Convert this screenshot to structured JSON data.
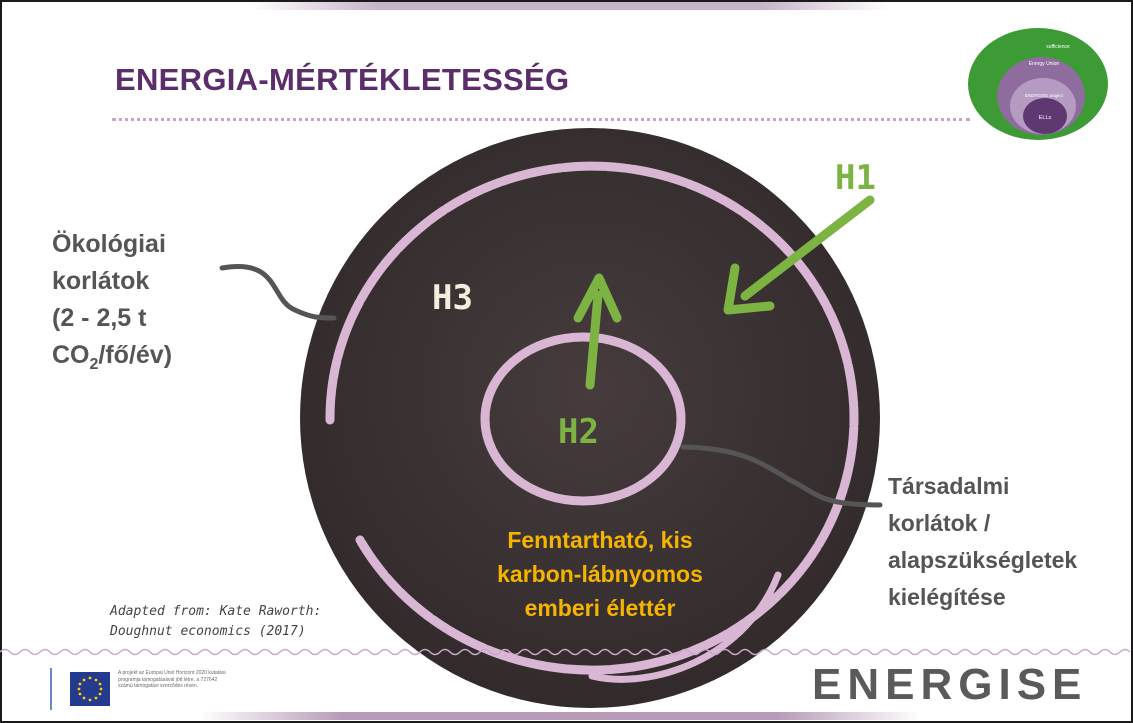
{
  "title": "ENERGIA-MÉRTÉKLETESSÉG",
  "badge": {
    "rings": [
      "sufficience",
      "Energy Union",
      "ENERGISE project",
      "ELLs"
    ],
    "colors": {
      "outer": "#3d9b35",
      "ring2": "#8e6d9e",
      "ring3": "#b59bc2",
      "core": "#5e3870"
    }
  },
  "diagram": {
    "eco_label": {
      "line1": "Ökológiai",
      "line2": "korlátok",
      "line3": "(2 - 2,5 t",
      "line4_pre": "CO",
      "line4_sub": "2",
      "line4_post": "/fő/év)"
    },
    "social_label": {
      "line1": "Társadalmi",
      "line2": "korlátok /",
      "line3": "alapszükségletek",
      "line4": "kielégítése"
    },
    "space_label": {
      "line1": "Fenntartható, kis",
      "line2": "karbon-lábnyomos",
      "line3": "emberi élettér"
    },
    "h1": "H1",
    "h2": "H2",
    "h3": "H3",
    "colors": {
      "chalkboard": "#3b3234",
      "chalk": "#d9b6d3",
      "arrow": "#7cb342",
      "space_text": "#f5b400"
    }
  },
  "attribution": {
    "line1": "Adapted from: Kate Raworth:",
    "line2": "Doughnut economics (2017)"
  },
  "footer": {
    "eu_text": "A projekt az Európai Unió Horizont 2020 kutatási programja támogatásával jött létre, a 727642 számú támogatási szerződés révén.",
    "logo": "ENERGISE"
  }
}
